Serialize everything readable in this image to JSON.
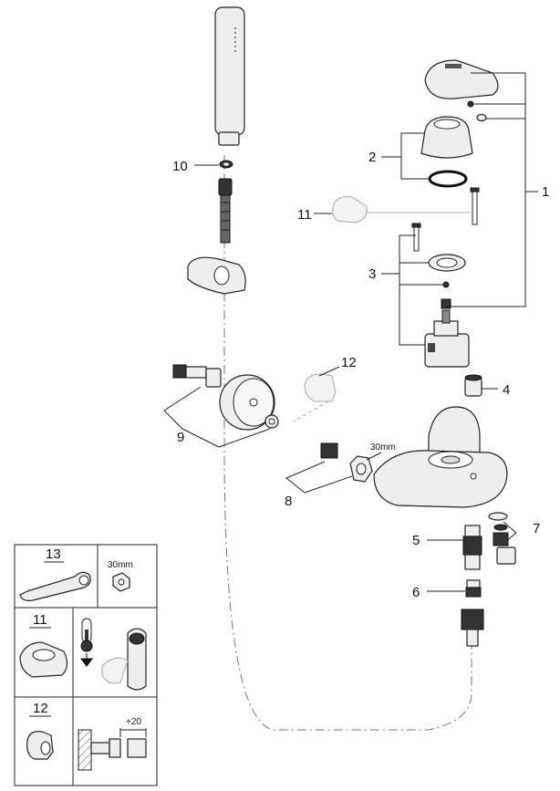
{
  "callouts": {
    "c1": "1",
    "c2": "2",
    "c3": "3",
    "c4": "4",
    "c5": "5",
    "c6": "6",
    "c7": "7",
    "c8": "8",
    "c9": "9",
    "c10": "10",
    "c11": "11",
    "c12": "12"
  },
  "nut_size_label": "30mm",
  "legend": {
    "row13": {
      "number": "13",
      "nut_label": "30mm"
    },
    "row11": {
      "number": "11"
    },
    "row12": {
      "number": "12",
      "offset_label": "+20"
    }
  }
}
